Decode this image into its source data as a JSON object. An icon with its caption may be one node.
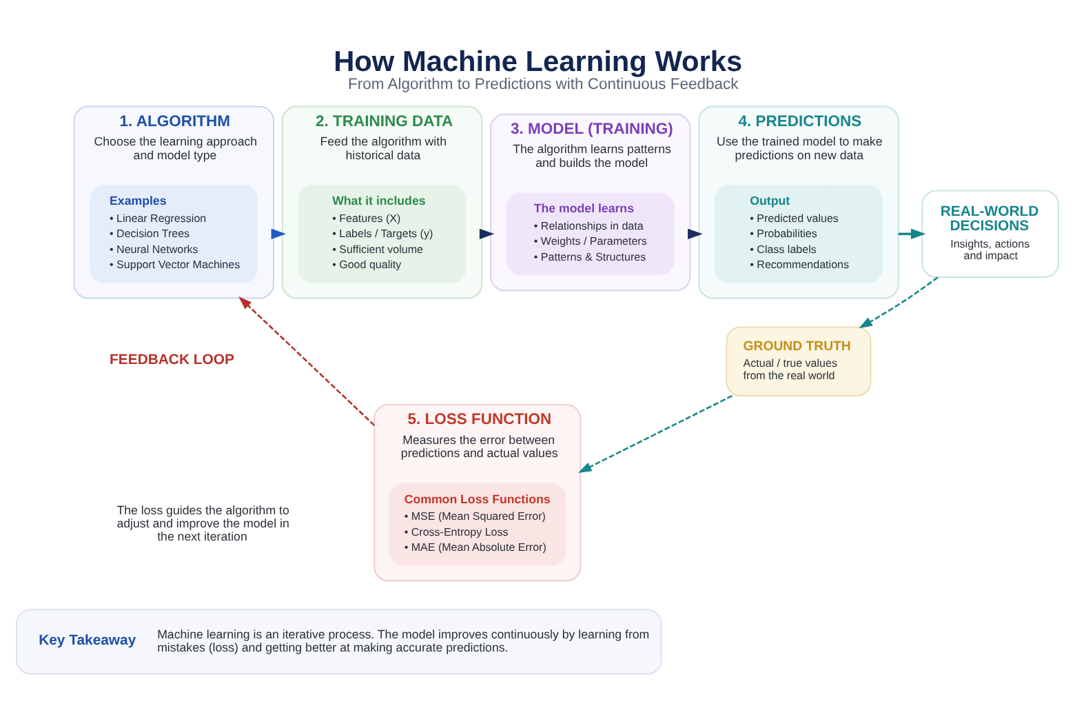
{
  "diagram": {
    "title": "How Machine Learning Works",
    "caption": "From Algorithm to Predictions with Continuous Feedback",
    "nodes": [
      {
        "text": [
          "1. ALGORITHM",
          "Choose the learning approach and model type"
        ]
      },
      {
        "text": [
          "Examples",
          "• Linear Regression",
          "• Decision Trees",
          "• Neural Networks",
          "• Support Vector Machines"
        ],
        "in": 0
      },
      {
        "text": [
          "2. TRAINING DATA",
          "Feed the algorithm with historical data"
        ]
      },
      {
        "text": [
          "What it includes",
          "• Features (X)",
          "• Labels / Targets (y)",
          "• Sufficient volume",
          "• Good quality"
        ],
        "in": 2
      },
      {
        "text": [
          "3. MODEL (TRAINING)",
          "The algorithm learns patterns and builds the model"
        ]
      },
      {
        "text": [
          "The model learns",
          "• Relationships in data",
          "• Weights / Parameters",
          "• Patterns & Structures"
        ],
        "in": 4
      },
      {
        "text": [
          "4. PREDICTIONS",
          "Use the trained model to make predictions on new data"
        ]
      },
      {
        "text": [
          "Output",
          "• Predicted values",
          "• Probabilities",
          "• Class labels",
          "• Recommendations"
        ],
        "in": 6
      },
      {
        "text": [
          "REAL-WORLD DECISIONS",
          "Insights, actions and impact"
        ]
      },
      {
        "text": [
          "GROUND TRUTH",
          "Actual / true values from the real world"
        ]
      },
      {
        "text": [
          "5. LOSS FUNCTION",
          "Measures the error between predictions and actual values"
        ]
      },
      {
        "text": [
          "Common Loss Functions",
          "• MSE (Mean Squared Error)",
          "• Cross-Entropy Loss",
          "• MAE (Mean Absolute Error)"
        ],
        "in": 10
      },
      {
        "text": [
          "Key Takeaway",
          "Machine learning is an iterative process. The model improves continuously by learning from mistakes (loss) and getting better at making accurate predictions."
        ]
      }
    ],
    "edges": [
      {
        "from": 0,
        "to": 2,
        "arrow": "to",
        "color": "#2059c4"
      },
      {
        "from": 2,
        "to": 4,
        "arrow": "to"
      },
      {
        "from": 4,
        "to": 6,
        "arrow": "to"
      },
      {
        "from": 6,
        "to": 8,
        "arrow": "to",
        "color": "#17868c"
      },
      {
        "from": 8,
        "to": 9,
        "arrow": "to",
        "style": "dashed",
        "color": "#17868c"
      },
      {
        "from": 9,
        "to": 10,
        "arrow": "to",
        "style": "dashed",
        "color": "#17868c"
      },
      {
        "from": 10,
        "to": 0,
        "arrow": "to",
        "style": "dashed",
        "color": "#b5302a"
      }
    ],
    "labels": [
      "FEEDBACK LOOP",
      "The loss guides the algorithm to adjust and improve the model in the next iteration"
    ]
  }
}
